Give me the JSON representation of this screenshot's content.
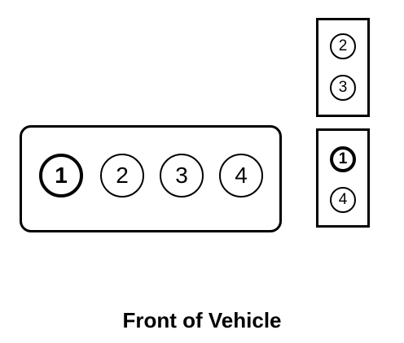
{
  "engine": {
    "cylinders": [
      "1",
      "2",
      "3",
      "4"
    ]
  },
  "coil_pack_top": {
    "terminals": [
      "2",
      "3"
    ]
  },
  "coil_pack_bottom": {
    "terminals": [
      "1",
      "4"
    ]
  },
  "caption": "Front of Vehicle",
  "colors": {
    "line": "#000000",
    "background": "#ffffff"
  }
}
